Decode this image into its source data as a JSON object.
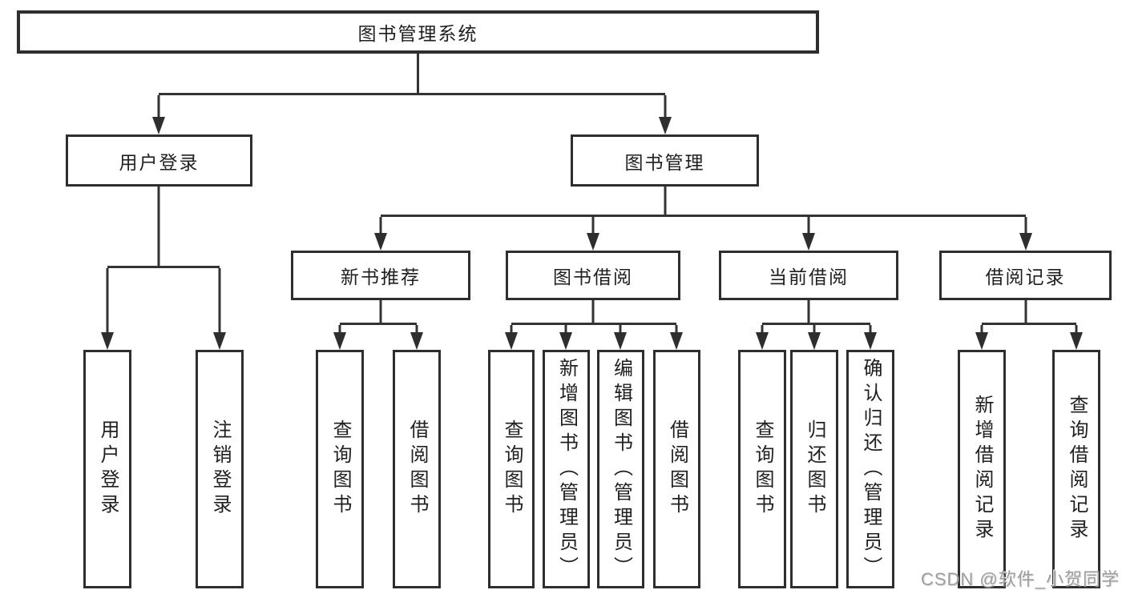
{
  "tree": {
    "label": "图书管理系统",
    "children": [
      {
        "label": "用户登录",
        "children": [
          {
            "label": "用户登录"
          },
          {
            "label": "注销登录"
          }
        ]
      },
      {
        "label": "图书管理",
        "children": [
          {
            "label": "新书推荐",
            "children": [
              {
                "label": "查询图书"
              },
              {
                "label": "借阅图书"
              }
            ]
          },
          {
            "label": "图书借阅",
            "children": [
              {
                "label": "查询图书"
              },
              {
                "label": "新增图书（管理员）"
              },
              {
                "label": "编辑图书（管理员）"
              },
              {
                "label": "借阅图书"
              }
            ]
          },
          {
            "label": "当前借阅",
            "children": [
              {
                "label": "查询图书"
              },
              {
                "label": "归还图书"
              },
              {
                "label": "确认归还（管理员）"
              }
            ]
          },
          {
            "label": "借阅记录",
            "children": [
              {
                "label": "新增借阅记录"
              },
              {
                "label": "查询借阅记录"
              }
            ]
          }
        ]
      }
    ]
  },
  "watermark": {
    "text": "CSDN @软件_小贺同学"
  },
  "colors": {
    "line": "#333333",
    "box_border": "#2e2e2e",
    "text": "#1f1f1f",
    "watermark": "#9e9e9e",
    "background": "#ffffff"
  }
}
